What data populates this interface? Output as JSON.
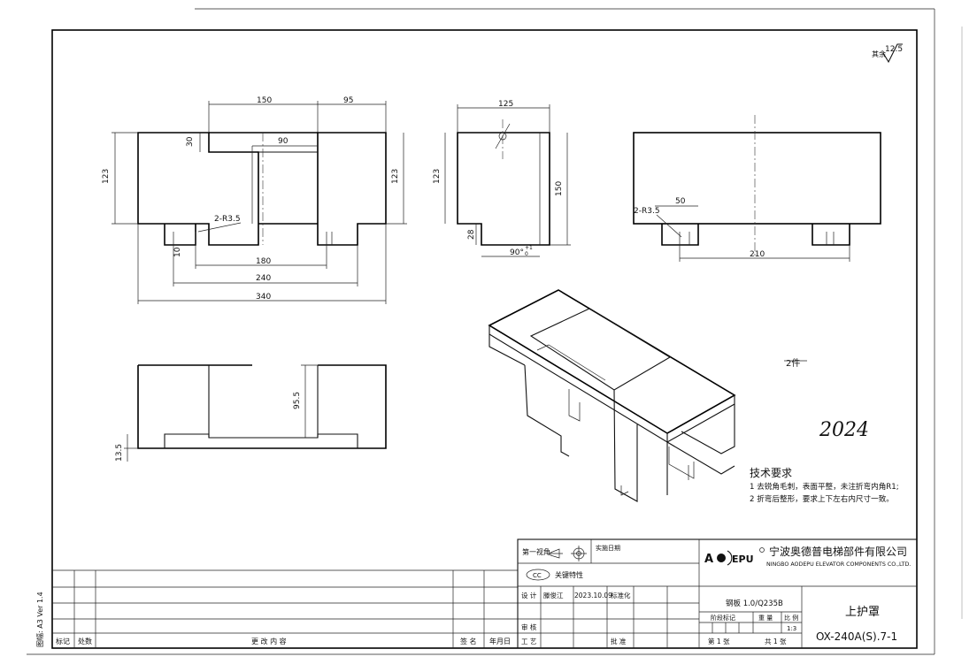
{
  "drawing": {
    "surface_finish": "其余",
    "roughness": "12.5",
    "front_view": {
      "dim_150": "150",
      "dim_95": "95",
      "dim_90": "90",
      "dim_30": "30",
      "dim_123_left": "123",
      "dim_123_right": "123",
      "dim_2r35": "2-R3.5",
      "dim_10": "10",
      "dim_180": "180",
      "dim_240": "240",
      "dim_340": "340"
    },
    "side_view": {
      "dim_125": "125",
      "dim_123": "123",
      "dim_150": "150",
      "dim_28": "28",
      "dim_90": "90°",
      "tol_upper": "+1",
      "tol_lower": "0"
    },
    "top_view": {
      "dim_2r35": "2-R3.5",
      "dim_50": "50",
      "dim_210": "210"
    },
    "bottom_view": {
      "dim_955": "95.5",
      "dim_135": "13.5"
    },
    "mark_text": "2件",
    "signature": "2024",
    "tech_title": "技术要求",
    "tech_line1": "1 去锐角毛刺，表面平整，未注折弯内角R1;",
    "tech_line2": "2 折弯后整形，要求上下左右内尺寸一致。"
  },
  "title_block": {
    "projection": "第一视角",
    "impl_date": "实施日期",
    "cc": "CC",
    "key_feature": "关键特性",
    "design_label": "设  计",
    "designer": "滕俊江",
    "design_date": "2023.10.09",
    "standardize": "标准化",
    "review": "审 核",
    "process": "工 艺",
    "approve": "批 准",
    "material": "钢板 1.0/Q235B",
    "stage_mark": "阶段标记",
    "weight": "重 量",
    "scale_label": "比 例",
    "scale": "1:3",
    "sheet_no": "第 1 张",
    "sheet_total": "共 1 张",
    "company_cn": "宁波奥德普电梯部件有限公司",
    "company_en": "NINGBO AODEPU ELEVATOR COMPONENTS CO.,LTD.",
    "logo_a": "A",
    "logo_epu": "EPU",
    "part_name": "上护罩",
    "drawing_no": "OX-240A(S).7-1",
    "rev_mark": "标记",
    "rev_count": "处数",
    "rev_content": "更 改 内 容",
    "rev_sign": "签 名",
    "rev_date": "年月日",
    "side_text": "图幅: A3  Ver 1.4"
  },
  "colors": {
    "ink": "#111111",
    "paper": "#ffffff"
  }
}
